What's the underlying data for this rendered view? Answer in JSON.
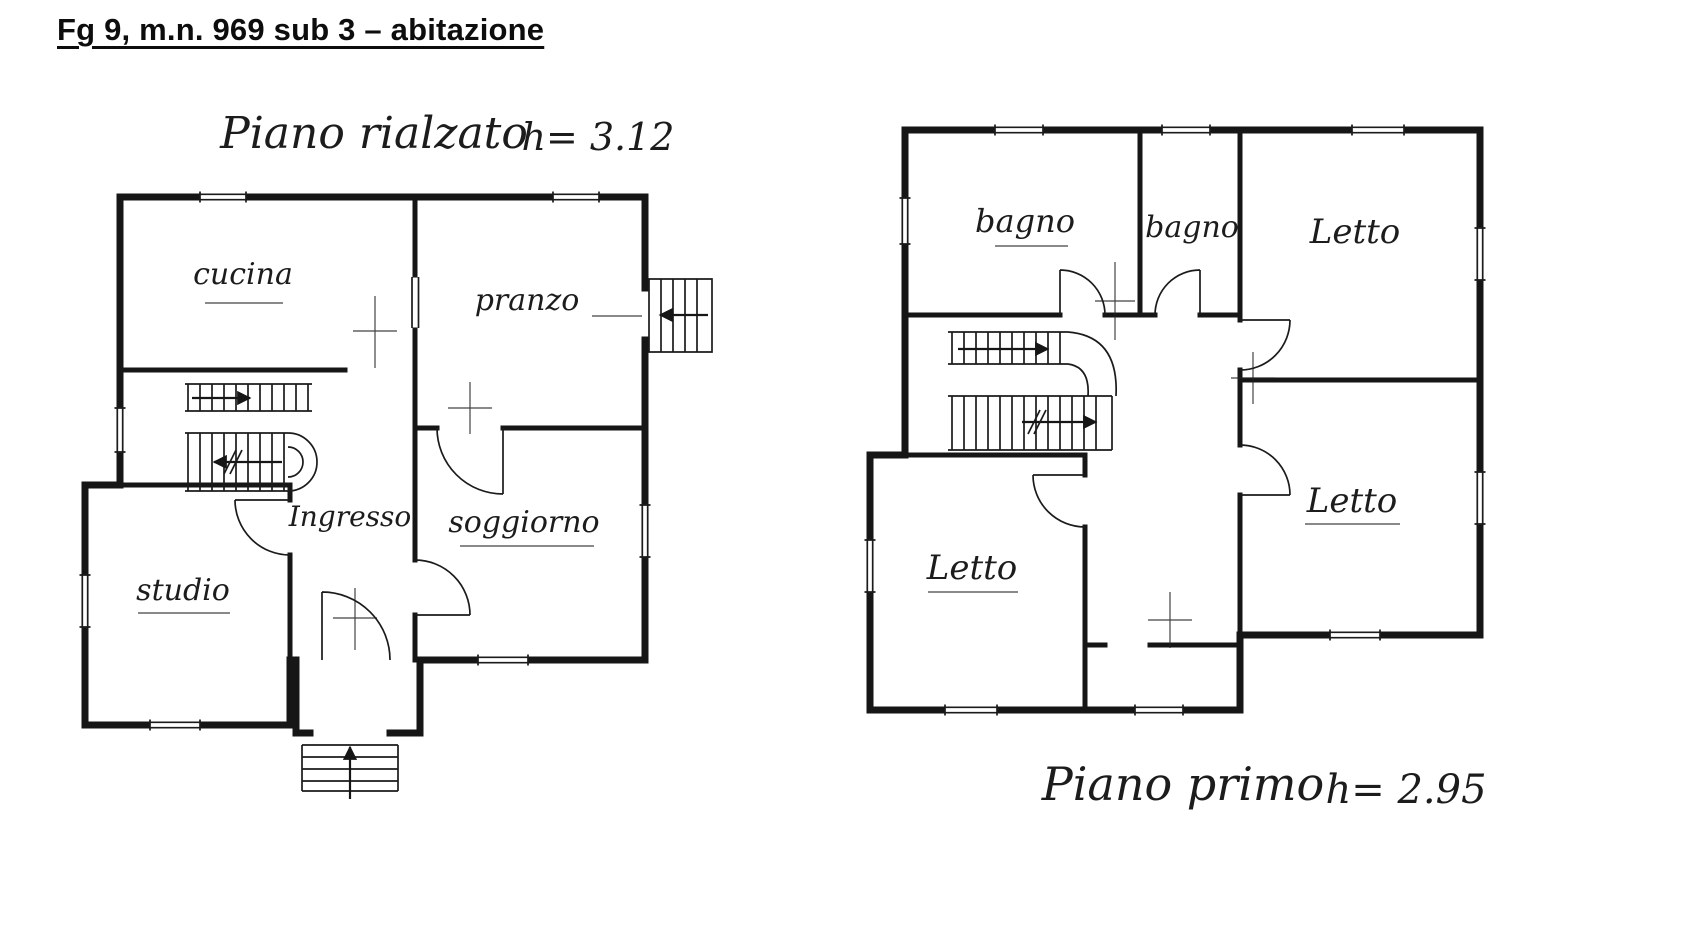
{
  "document": {
    "title": "Fg 9, m.n. 969 sub 3 – abitazione"
  },
  "plans": {
    "left": {
      "caption": "Piano rialzato",
      "height": "h= 3.12",
      "rooms": {
        "cucina": "cucina",
        "pranzo": "pranzo",
        "ingresso": "Ingresso",
        "soggiorno": "soggiorno",
        "studio": "studio"
      }
    },
    "right": {
      "caption": "Piano primo",
      "height": "h= 2.95",
      "rooms": {
        "bagno_large": "bagno",
        "bagno_small": "bagno",
        "letto_top": "Letto",
        "letto_middle": "Letto",
        "letto_bottom": "Letto"
      }
    }
  }
}
